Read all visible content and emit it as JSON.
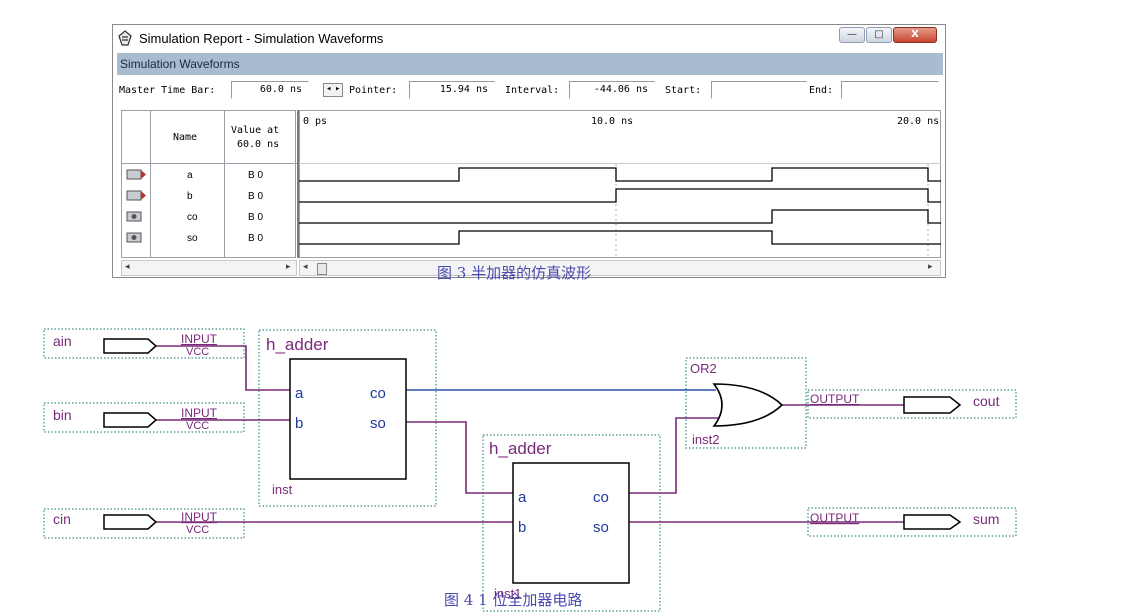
{
  "window": {
    "title": "Simulation Report - Simulation Waveforms",
    "subtitle": "Simulation Waveforms",
    "controls": {
      "minimize": "—",
      "maximize": "□",
      "close": "X"
    }
  },
  "toolbar": {
    "master_label": "Master Time Bar:",
    "master_value": "60.0 ns",
    "pointer_label": "Pointer:",
    "pointer_value": "15.94 ns",
    "interval_label": "Interval:",
    "interval_value": "-44.06 ns",
    "start_label": "Start:",
    "start_value": "",
    "end_label": "End:",
    "end_value": ""
  },
  "grid": {
    "name_header": "Name",
    "value_header_1": "Value at",
    "value_header_2": "60.0 ns",
    "time_labels": [
      "0 ps",
      "10.0 ns",
      "20.0 ns"
    ],
    "signals": [
      {
        "name": "a",
        "value": "B 0",
        "kind": "input",
        "levels": [
          0,
          1,
          0,
          1,
          0
        ]
      },
      {
        "name": "b",
        "value": "B 0",
        "kind": "input",
        "levels": [
          0,
          0,
          1,
          1,
          0
        ]
      },
      {
        "name": "co",
        "value": "B 0",
        "kind": "output",
        "levels": [
          0,
          0,
          0,
          1,
          0
        ]
      },
      {
        "name": "so",
        "value": "B 0",
        "kind": "output",
        "levels": [
          0,
          1,
          1,
          0,
          0
        ]
      }
    ]
  },
  "caption_top": "图 3 半加器的仿真波形",
  "caption_bottom": "图 4 1 位全加器电路",
  "circuit": {
    "input_label": "INPUT",
    "vcc_label": "VCC",
    "output_label": "OUTPUT",
    "inputs": [
      "ain",
      "bin",
      "cin"
    ],
    "outputs": [
      "cout",
      "sum"
    ],
    "block_title": "h_adder",
    "port_a": "a",
    "port_b": "b",
    "port_co": "co",
    "port_so": "so",
    "inst1_name": "inst",
    "inst2_name": "inst1",
    "or_gate": "OR2",
    "or_inst": "inst2"
  }
}
